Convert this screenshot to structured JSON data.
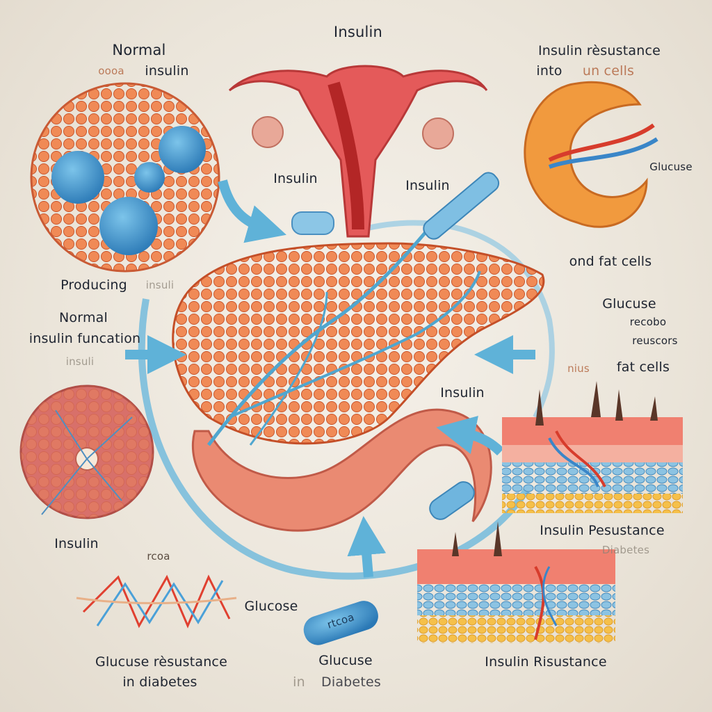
{
  "labels": {
    "top_insulin": "Insulin",
    "normal_top": "Normal",
    "normal_insulin_prefix": "oooa",
    "normal_insulin": "insulin",
    "resistance_top": "Insulin rèsustance",
    "into_cells_prefix": "into",
    "into_cells": "un cells",
    "insulin_left": "Insulin",
    "insulin_right": "Insulin",
    "glucose_small": "Glucuse",
    "fat_cells": "ond fat cells",
    "producing": "Producing",
    "producing_suffix": "insuli",
    "normal_mid": "Normal",
    "insulin_function": "insulin funcation",
    "insulin_faint": "insuli",
    "glucose_right": "Glucuse",
    "receptors_1": "recobo",
    "receptors_2": "reuscors",
    "fat_cells_2_prefix": "nius",
    "fat_cells_2": "fat cells",
    "insulin_center": "Insulin",
    "insulin_lower_left": "Insulin",
    "blood_garbled": "rcoa",
    "glucose_bottom": "Glucose",
    "pill_text": "rtcoa",
    "glucose_resistance": "Glucuse rèsustance",
    "in_diabetes": "in diabetes",
    "glucose_center_bottom": "Glucuse",
    "in_diabetes_2_prefix": "in",
    "in_diabetes_2": "Diabetes",
    "insulin_resistance_right": "Insulin Pesustance",
    "diabetes_faint": "Diabetes",
    "insulin_resistance_bottom": "Insulin Risustance"
  },
  "colors": {
    "background": "#ebe5da",
    "organ": "#ec7a4a",
    "vessel_blue": "#4fa6cf",
    "arrow_blue": "#5fb2d8",
    "text": "#1e2430"
  }
}
